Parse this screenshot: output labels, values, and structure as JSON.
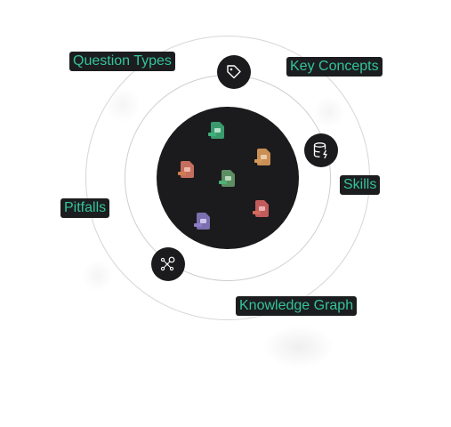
{
  "labels": {
    "question_types": "Question Types",
    "key_concepts": "Key Concepts",
    "skills": "Skills",
    "pitfalls": "Pitfalls",
    "knowledge_graph": "Knowledge Graph"
  },
  "nodes": {
    "tag": "tag-icon",
    "database": "database-icon",
    "graph": "graph-network-icon"
  },
  "files": [
    {
      "icon": "spreadsheet-file-icon",
      "color": "#3a9a6e",
      "tag_color": "#3fb07a"
    },
    {
      "icon": "image-file-icon",
      "color": "#c98f55",
      "tag_color": "#d19a5a"
    },
    {
      "icon": "database-file-icon",
      "color": "#c56d5e",
      "tag_color": "#cf7e4b"
    },
    {
      "icon": "code-file-icon",
      "color": "#5c8f62",
      "tag_color": "#4eb276"
    },
    {
      "icon": "pdf-file-icon",
      "color": "#c25b5b",
      "tag_color": "#d46a5a"
    },
    {
      "icon": "document-file-icon",
      "color": "#7b6fb0",
      "tag_color": "#8c7dc4"
    }
  ],
  "colors": {
    "core": "#1b1b1d",
    "label_text": "#33c49a",
    "label_bg": "#1c1d1f",
    "orbit": "#d6d6d6"
  }
}
